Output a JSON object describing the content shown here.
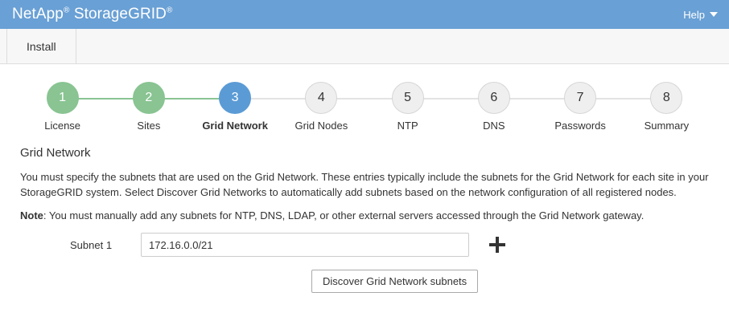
{
  "header": {
    "brand_name": "NetApp",
    "brand_sup1": "®",
    "brand_product": "StorageGRID",
    "brand_sup2": "®",
    "help_label": "Help",
    "help_icon": "chevron-down-icon",
    "background_color": "#69a0d5"
  },
  "tabbar": {
    "tabs": [
      {
        "label": "Install"
      }
    ]
  },
  "stepper": {
    "colors": {
      "done": "#89c492",
      "current": "#5b9bd5",
      "pending": "#efefef"
    },
    "steps": [
      {
        "number": "1",
        "label": "License",
        "state": "done"
      },
      {
        "number": "2",
        "label": "Sites",
        "state": "done"
      },
      {
        "number": "3",
        "label": "Grid Network",
        "state": "current"
      },
      {
        "number": "4",
        "label": "Grid Nodes",
        "state": "pending"
      },
      {
        "number": "5",
        "label": "NTP",
        "state": "pending"
      },
      {
        "number": "6",
        "label": "DNS",
        "state": "pending"
      },
      {
        "number": "7",
        "label": "Passwords",
        "state": "pending"
      },
      {
        "number": "8",
        "label": "Summary",
        "state": "pending"
      }
    ]
  },
  "main": {
    "section_title": "Grid Network",
    "description": "You must specify the subnets that are used on the Grid Network. These entries typically include the subnets for the Grid Network for each site in your StorageGRID system. Select Discover Grid Networks to automatically add subnets based on the network configuration of all registered nodes.",
    "note_prefix": "Note",
    "note_text": ": You must manually add any subnets for NTP, DNS, LDAP, or other external servers accessed through the Grid Network gateway.",
    "subnet_label": "Subnet 1",
    "subnet_value": "172.16.0.0/21",
    "subnet_placeholder": "",
    "add_icon": "plus-icon",
    "discover_button": "Discover Grid Network subnets"
  }
}
